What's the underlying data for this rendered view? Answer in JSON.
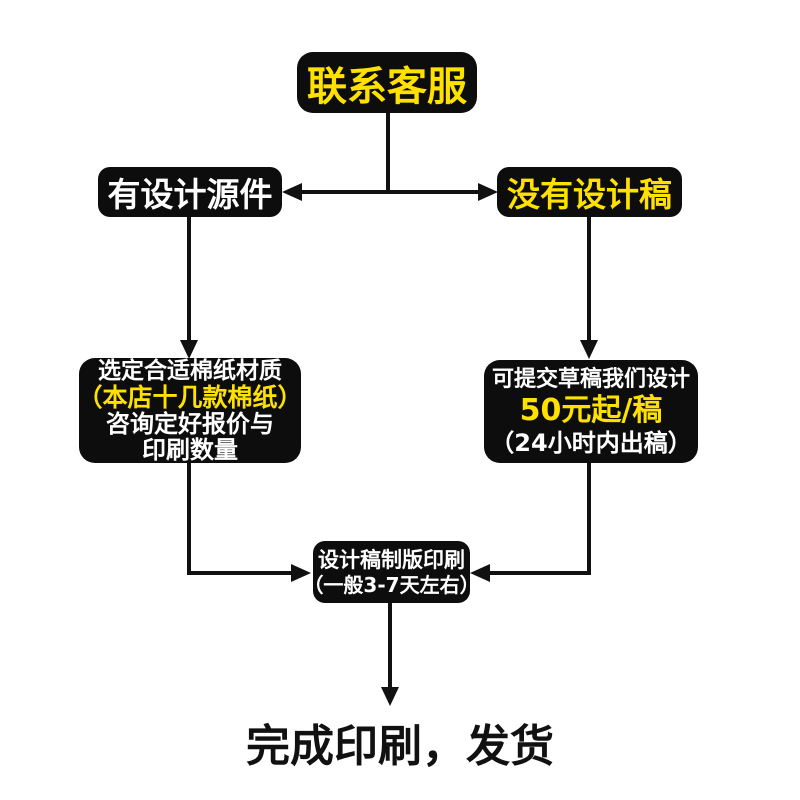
{
  "colors": {
    "background": "#ffffff",
    "node_background": "#0d0d0d",
    "accent_yellow": "#ffe100",
    "text_white": "#ffffff",
    "text_black": "#111111"
  },
  "flowchart": {
    "top": {
      "label": "联系客服"
    },
    "branch_left": {
      "label": "有设计源件"
    },
    "branch_right": {
      "label": "没有设计稿"
    },
    "left_detail": {
      "line1": "选定合适棉纸材质",
      "line2": "（本店十几款棉纸）",
      "line3": "咨询定好报价与",
      "line4": "印刷数量"
    },
    "right_detail": {
      "line1": "可提交草稿我们设计",
      "line2": "50元起/稿",
      "line3": "（24小时内出稿）"
    },
    "print_step": {
      "line1": "设计稿制版印刷",
      "line2": "（一般3-7天左右）"
    },
    "final": {
      "label": "完成印刷，发货"
    }
  }
}
